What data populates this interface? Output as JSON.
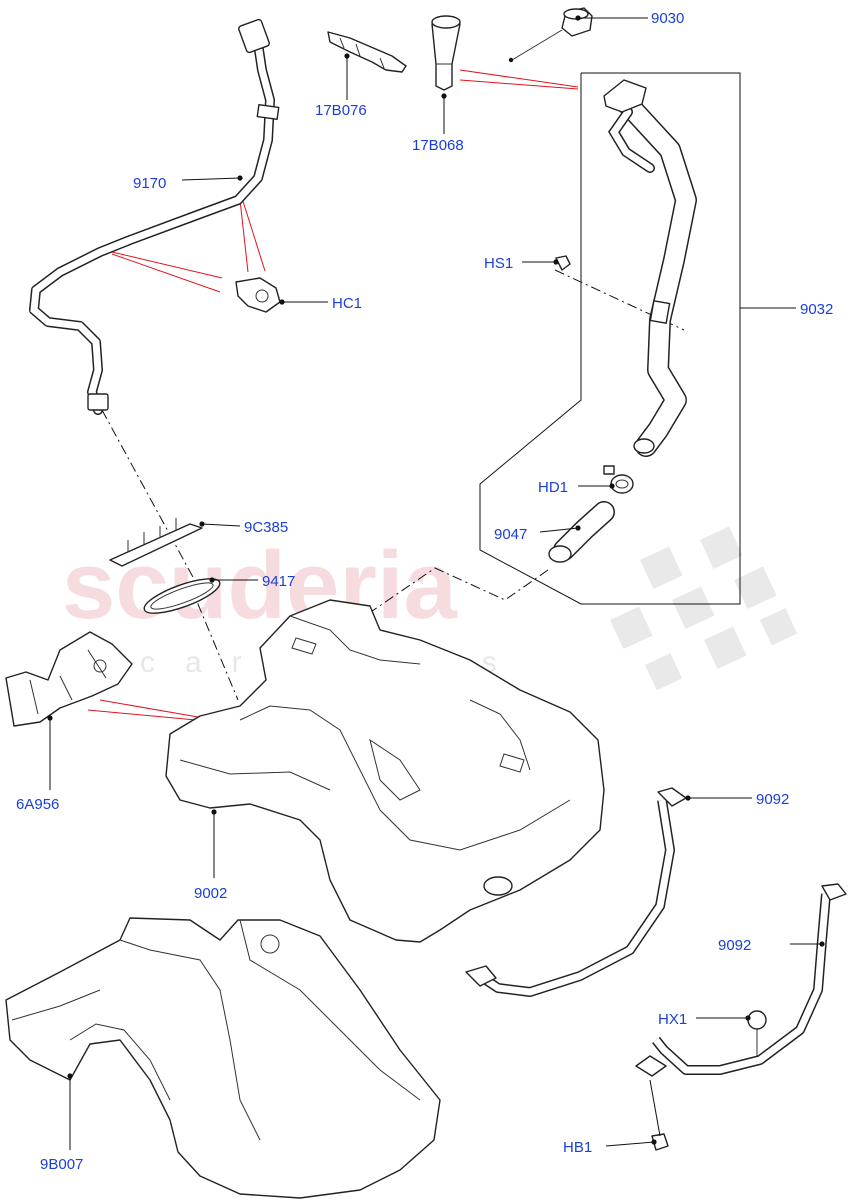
{
  "watermark": {
    "brand": "scuderia",
    "sub": "car parts"
  },
  "callouts": [
    {
      "id": "9030",
      "text": "9030"
    },
    {
      "id": "17B076",
      "text": "17B076"
    },
    {
      "id": "17B068",
      "text": "17B068"
    },
    {
      "id": "9170",
      "text": "9170"
    },
    {
      "id": "HS1",
      "text": "HS1"
    },
    {
      "id": "9032",
      "text": "9032"
    },
    {
      "id": "HC1",
      "text": "HC1"
    },
    {
      "id": "HD1",
      "text": "HD1"
    },
    {
      "id": "9047",
      "text": "9047"
    },
    {
      "id": "9C385",
      "text": "9C385"
    },
    {
      "id": "9417",
      "text": "9417"
    },
    {
      "id": "6A956",
      "text": "6A956"
    },
    {
      "id": "9092a",
      "text": "9092"
    },
    {
      "id": "9002",
      "text": "9002"
    },
    {
      "id": "9092b",
      "text": "9092"
    },
    {
      "id": "HX1",
      "text": "HX1"
    },
    {
      "id": "9B007",
      "text": "9B007"
    },
    {
      "id": "HB1",
      "text": "HB1"
    }
  ],
  "colors": {
    "label": "#1a3fd6",
    "reference_line": "#e0141e",
    "watermark": "#f2c0c6"
  }
}
